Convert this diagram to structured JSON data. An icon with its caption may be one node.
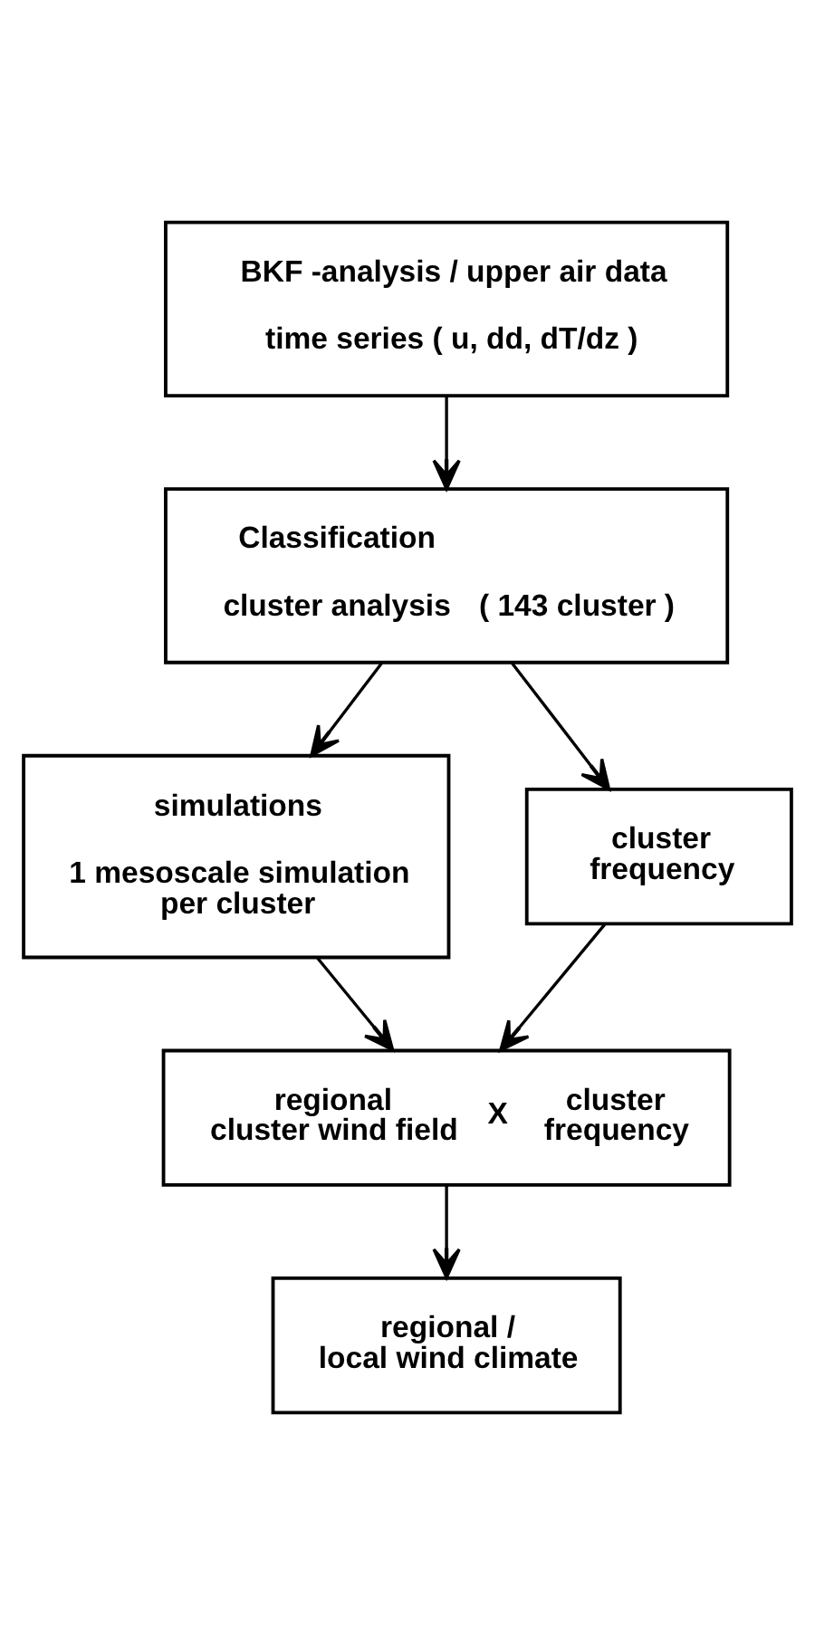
{
  "diagram": {
    "nodes": [
      {
        "text": [
          "BKF -analysis / upper air data",
          "time series ( u, dd, dT/dz )"
        ]
      },
      {
        "text": [
          "Classification",
          "cluster analysis",
          "( 143 cluster )"
        ]
      },
      {
        "text": [
          "simulations",
          "1 mesoscale simulation per cluster"
        ]
      },
      {
        "text": [
          "cluster frequency"
        ]
      },
      {
        "text": [
          "regional cluster wind field",
          "X",
          "cluster frequency"
        ]
      },
      {
        "text": [
          "regional / local wind climate"
        ]
      }
    ],
    "edges": [
      {
        "from": 0,
        "to": 1,
        "arrow": "to"
      },
      {
        "from": 1,
        "to": 2,
        "arrow": "to"
      },
      {
        "from": 1,
        "to": 3,
        "arrow": "to"
      },
      {
        "from": 2,
        "to": 4,
        "arrow": "to"
      },
      {
        "from": 3,
        "to": 4,
        "arrow": "to"
      },
      {
        "from": 4,
        "to": 5,
        "arrow": "to"
      }
    ]
  }
}
